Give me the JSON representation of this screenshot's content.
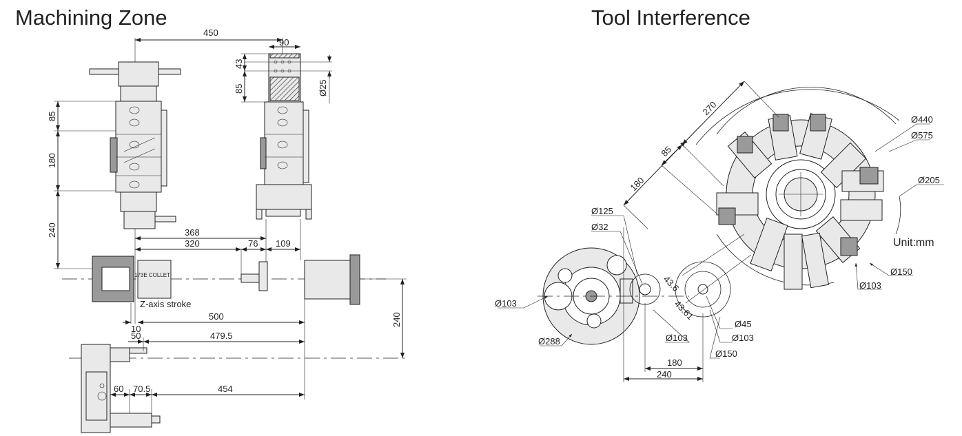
{
  "titles": {
    "left": "Machining Zone",
    "right": "Tool Interference"
  },
  "unit_label": "Unit:mm",
  "machining_zone": {
    "dims": {
      "d450": "450",
      "d90": "90",
      "d43": "43",
      "d85_top": "85",
      "d25": "Ø25",
      "d85": "85",
      "d180": "180",
      "d240": "240",
      "d368": "368",
      "d320": "320",
      "d76": "76",
      "d109": "109",
      "d500": "500",
      "d10": "10",
      "d50": "50",
      "d479_5": "479.5",
      "d240_right": "240",
      "d60": "60",
      "d70_5": "70.5",
      "d454": "454"
    },
    "labels": {
      "z_axis": "Z-axis stroke",
      "collet": "173E COLLET"
    }
  },
  "tool_interference": {
    "dims": {
      "d270": "270",
      "d85": "85",
      "d180": "180",
      "d440": "Ø440",
      "d575": "Ø575",
      "d205": "Ø205",
      "d150_r": "Ø150",
      "d103_r": "Ø103",
      "d125": "Ø125",
      "d32": "Ø32",
      "d103_l": "Ø103",
      "d288": "Ø288",
      "d103_b": "Ø103",
      "d43_6a": "43.6",
      "d43_6b": "43.61",
      "d45": "Ø45",
      "d103_c": "Ø103",
      "d150_c": "Ø150",
      "d180_b": "180",
      "d240_b": "240"
    }
  }
}
